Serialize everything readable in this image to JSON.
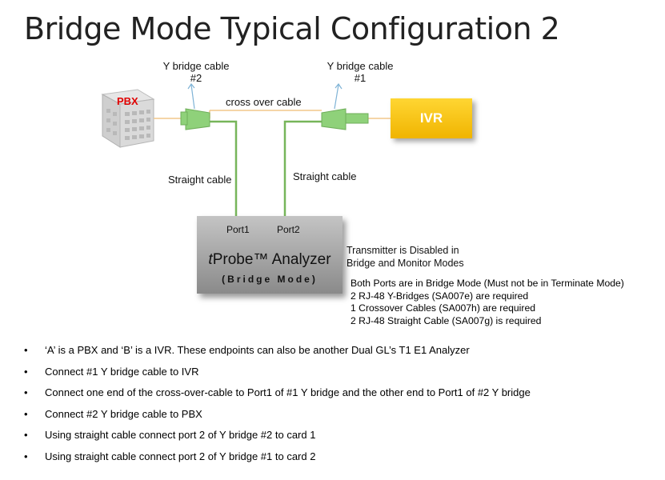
{
  "title": "Bridge Mode Typical Configuration 2",
  "labels": {
    "y_bridge_2": [
      "Y bridge cable",
      "#2"
    ],
    "y_bridge_1": [
      "Y bridge cable",
      "#1"
    ],
    "cross_over": "cross over cable",
    "straight_left": "Straight cable",
    "straight_right": "Straight cable"
  },
  "devices": {
    "pbx": "PBX",
    "ivr": "IVR",
    "analyzer": {
      "port1": "Port1",
      "port2": "Port2",
      "name_italic": "t",
      "name_rest": "Probe™ Analyzer",
      "mode": "(Bridge Mode)"
    }
  },
  "transmitter_note": [
    "Transmitter is Disabled in",
    "Bridge and Monitor Modes"
  ],
  "requirements": [
    "Both Ports are in Bridge Mode (Must not be in Terminate Mode)",
    "2 RJ-48 Y-Bridges (SA007e) are required",
    "1 Crossover Cables (SA007h)  are required",
    "2 RJ-48 Straight Cable (SA007g)  is required"
  ],
  "bullets": [
    "‘A’ is a PBX and ‘B’ is a IVR. These endpoints can also be another Dual GL’s T1 E1 Analyzer",
    "Connect #1 Y bridge cable to IVR",
    "Connect one end of the cross-over-cable to Port1 of #1 Y bridge and the other end to Port1 of #2 Y bridge",
    "Connect #2 Y bridge cable to PBX",
    "Using straight cable connect port 2 of Y bridge #2 to card 1",
    "Using straight cable connect port 2 of Y bridge #1 to card 2"
  ],
  "bullet_glyph": "•",
  "colors": {
    "cable_green": "#77b55a",
    "bridge_green": "#8fd17a",
    "crossover": "#f2c78a",
    "ivr_yellow": "#f5c400",
    "pbx_red": "#e00000",
    "arrow_blue": "#7fb3d6"
  }
}
